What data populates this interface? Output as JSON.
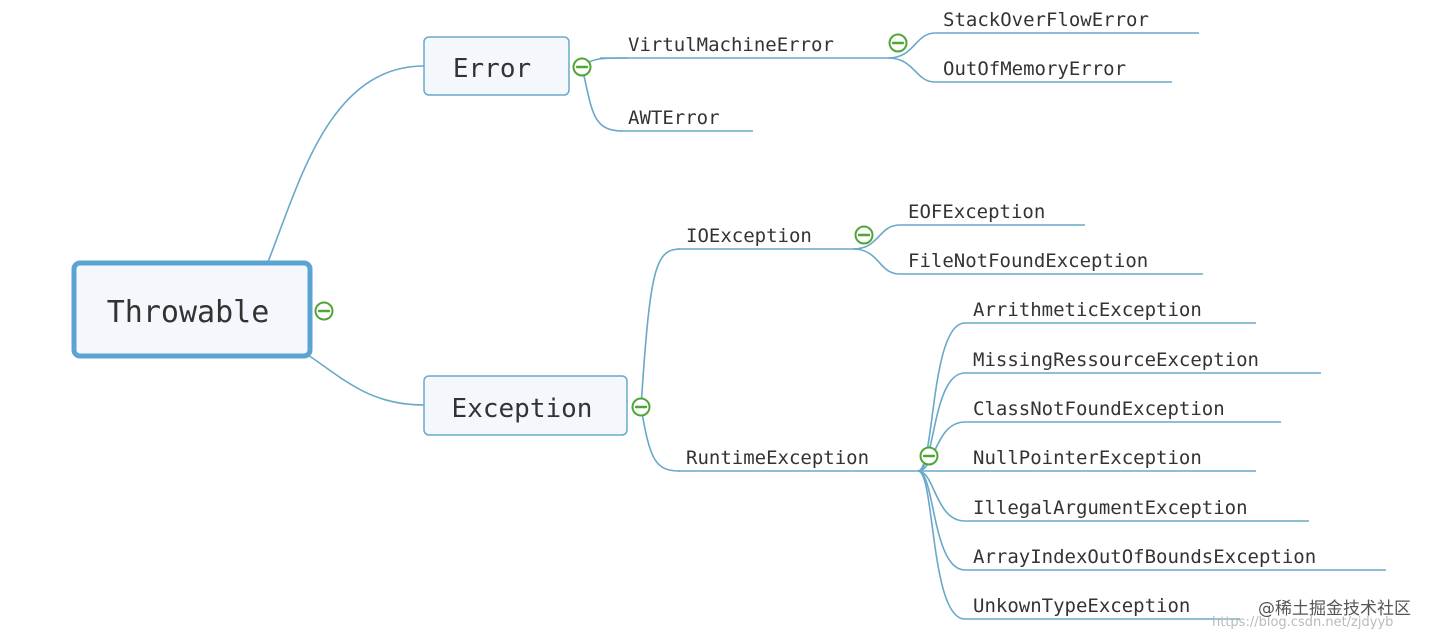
{
  "root": {
    "label": "Throwable"
  },
  "branches": {
    "error": {
      "label": "Error",
      "virtual_machine_error": {
        "label": "VirtulMachineError",
        "children": [
          "StackOverFlowError",
          "OutOfMemoryError"
        ]
      },
      "awt_error": {
        "label": "AWTError"
      }
    },
    "exception": {
      "label": "Exception",
      "io_exception": {
        "label": "IOException",
        "children": [
          "EOFException",
          "FileNotFoundException"
        ]
      },
      "runtime_exception": {
        "label": "RuntimeException",
        "children": [
          "ArrithmeticException",
          "MissingRessourceException",
          "ClassNotFoundException",
          "NullPointerException",
          "IllegalArgumentException",
          "ArrayIndexOutOfBoundsException",
          "UnkownTypeException"
        ]
      }
    }
  },
  "collapse_icon": "collapse-minus-icon",
  "watermark": {
    "main": "@稀土掘金技术社区",
    "faint": "https://blog.csdn.net/zjdyyb"
  },
  "colors": {
    "line": "#6aa8c9",
    "root_border": "#5aa3d3",
    "node_fill": "#f4f8fd",
    "collapse_green": "#4fa635",
    "text": "#333333"
  }
}
